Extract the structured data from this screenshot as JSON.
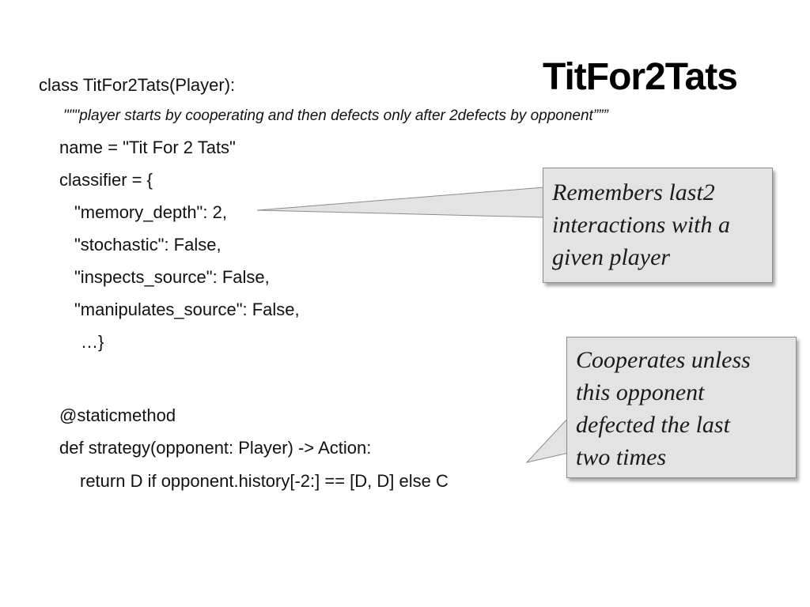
{
  "slide": {
    "title": "TitFor2Tats",
    "code": {
      "class_decl": "class TitFor2Tats(Player):",
      "docstring": "\"\"\"player starts by cooperating and then defects only after 2defects by opponent”””",
      "name_line": "name = \"Tit For 2 Tats\"",
      "classifier_open": "classifier = {",
      "memory_depth": "\"memory_depth\": 2,",
      "stochastic": "\"stochastic\": False,",
      "inspects_source": "\"inspects_source\": False,",
      "manipulates_source": "\"manipulates_source\": False,",
      "classifier_close": "…}",
      "decorator": "@staticmethod",
      "strategy_def": "def strategy(opponent: Player) -> Action:",
      "return_line": "return D if opponent.history[-2:] == [D, D] else C"
    },
    "callouts": {
      "memory": [
        "Remembers last2",
        "interactions with a",
        "given player"
      ],
      "strategy": [
        "Cooperates unless",
        "this opponent",
        "defected the last",
        "two times"
      ]
    },
    "colors": {
      "callout_fill": "#e3e3e3",
      "callout_border": "#8c8c8c"
    }
  }
}
